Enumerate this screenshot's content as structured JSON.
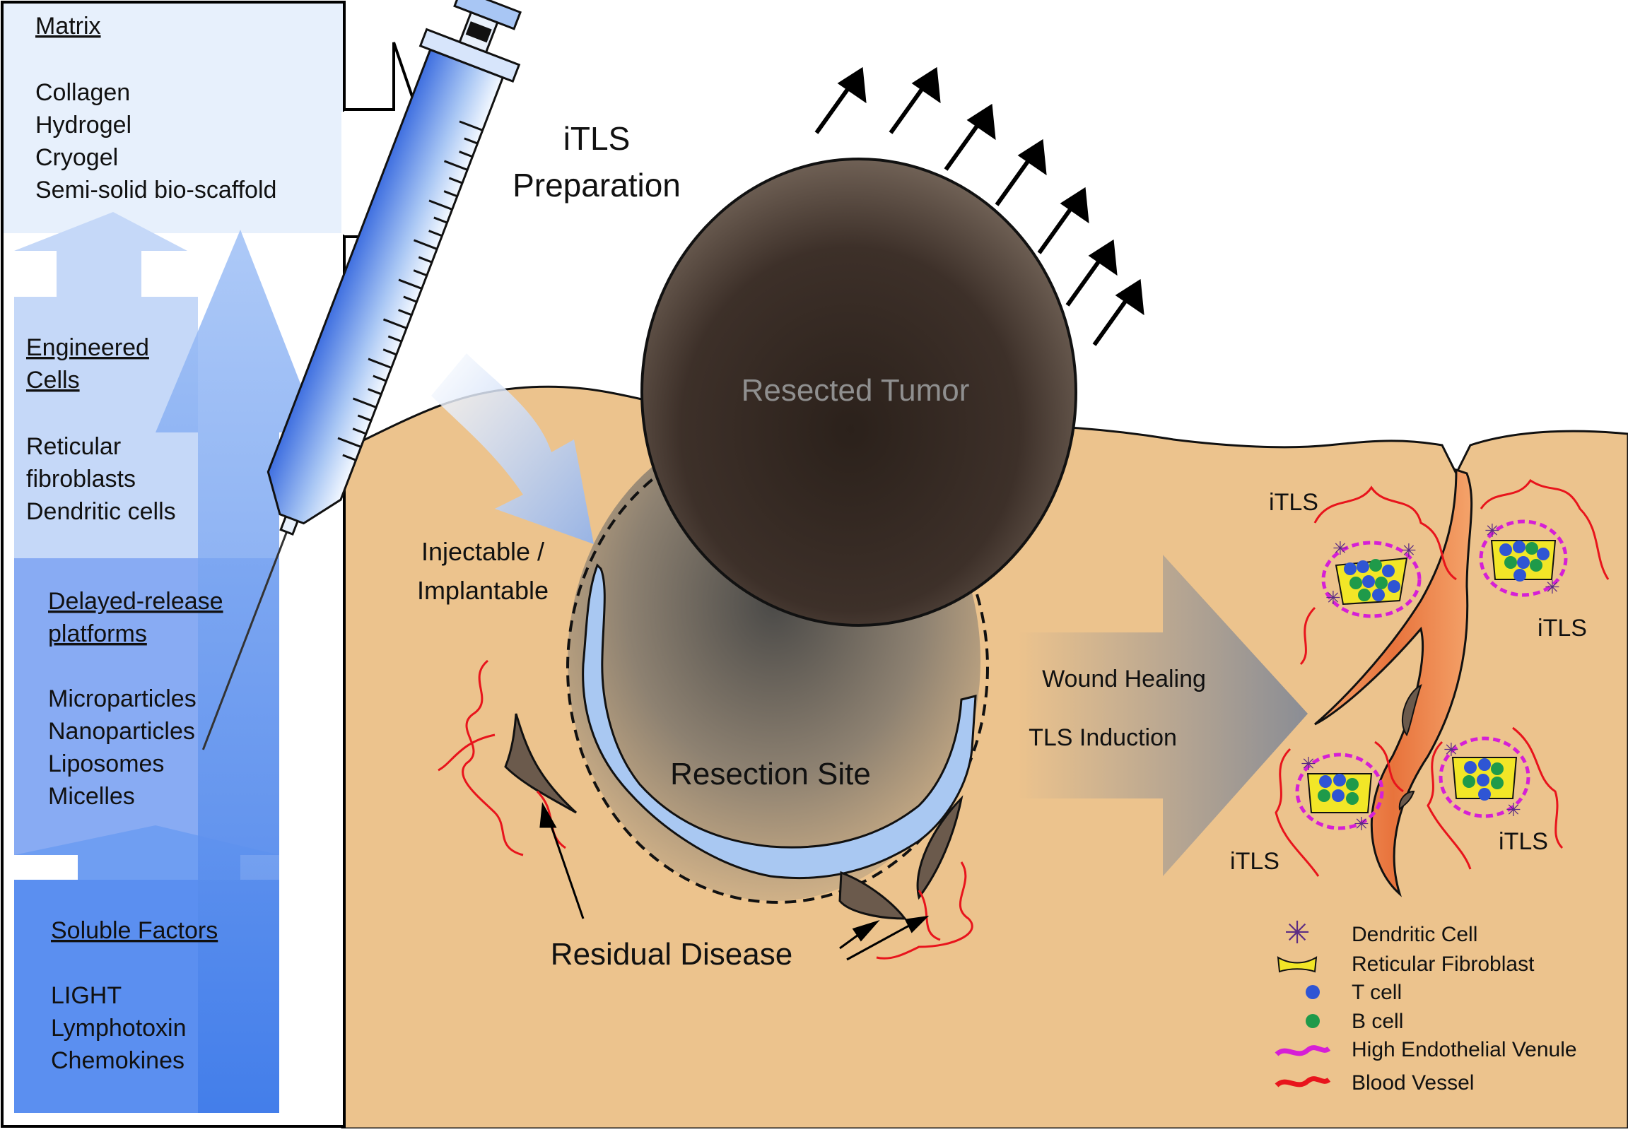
{
  "left_panel": {
    "matrix": {
      "heading": "Matrix",
      "items": [
        "Collagen",
        "Hydrogel",
        "Cryogel",
        "Semi-solid bio-scaffold"
      ]
    },
    "engineered_cells": {
      "heading_line1": "Engineered",
      "heading_line2": "Cells",
      "items": [
        "Reticular",
        "fibroblasts",
        "Dendritic cells"
      ]
    },
    "delayed_release": {
      "heading_line1": "Delayed-release",
      "heading_line2": "platforms",
      "items": [
        "Microparticles",
        "Nanoparticles",
        "Liposomes",
        "Micelles"
      ]
    },
    "soluble_factors": {
      "heading": "Soluble Factors",
      "items": [
        "LIGHT",
        "Lymphotoxin",
        "Chemokines"
      ]
    }
  },
  "labels": {
    "itls_prep_line1": "iTLS",
    "itls_prep_line2": "Preparation",
    "resected_tumor": "Resected Tumor",
    "injectable_line1": "Injectable /",
    "injectable_line2": "Implantable",
    "resection_site": "Resection Site",
    "residual_disease": "Residual Disease",
    "wound_healing": "Wound Healing",
    "tls_induction": "TLS Induction",
    "itls_top_left": "iTLS",
    "itls_top_right": "iTLS",
    "itls_bottom_left": "iTLS",
    "itls_bottom_right": "iTLS"
  },
  "legend": [
    {
      "label": "Dendritic Cell",
      "icon": "dendritic-cell-icon",
      "color": "#5b2c83"
    },
    {
      "label": "Reticular Fibroblast",
      "icon": "reticular-fibroblast-icon",
      "color": "#f2e627"
    },
    {
      "label": "T cell",
      "icon": "t-cell-icon",
      "color": "#2f55d4"
    },
    {
      "label": "B cell",
      "icon": "b-cell-icon",
      "color": "#1f9a4a"
    },
    {
      "label": "High Endothelial Venule",
      "icon": "hev-icon",
      "color": "#d61fd6"
    },
    {
      "label": "Blood Vessel",
      "icon": "blood-vessel-icon",
      "color": "#e8141c"
    }
  ],
  "colors": {
    "tissue": "#ecc38d",
    "tumor_dark": "#3a2d25",
    "vessel_red": "#e8141c",
    "hev_magenta": "#d61fd6",
    "implant_blue": "#a9c8f2",
    "dendritic_purple": "#5b2c83",
    "fibroblast_yellow": "#f2e627",
    "t_cell_blue": "#2f55d4",
    "b_cell_green": "#1f9a4a"
  }
}
